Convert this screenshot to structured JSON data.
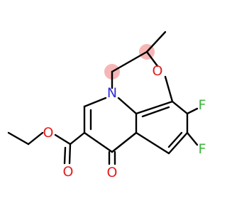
{
  "diagram": {
    "atom_labels": {
      "nitrogen": "N",
      "ring_oxygen": "O",
      "fluorine_upper": "F",
      "fluorine_lower": "F",
      "ester_oxygen": "O",
      "carboxyl_oxygen": "O",
      "ketone_oxygen": "O"
    },
    "colors": {
      "bond": "#000000",
      "carbon": "#000000",
      "nitrogen": "#2f2fd8",
      "oxygen": "#e02020",
      "fluorine": "#3cb33c",
      "stereo_highlight": "#f7b6b6",
      "background": "#ffffff"
    }
  }
}
